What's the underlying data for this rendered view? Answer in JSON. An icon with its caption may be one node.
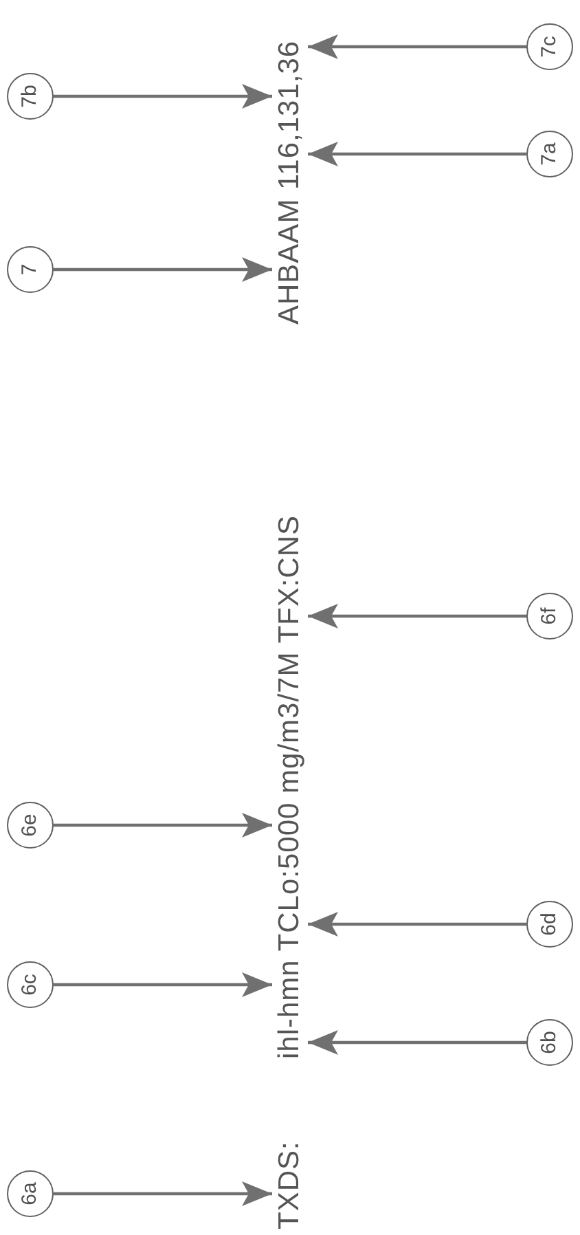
{
  "diagram": {
    "nodes": [
      {
        "text": [
          "6a"
        ]
      },
      {
        "text": [
          "6b"
        ]
      },
      {
        "text": [
          "6c"
        ]
      },
      {
        "text": [
          "6d"
        ]
      },
      {
        "text": [
          "6e"
        ]
      },
      {
        "text": [
          "6f"
        ]
      },
      {
        "text": [
          "7"
        ]
      },
      {
        "text": [
          "7a"
        ]
      },
      {
        "text": [
          "7b"
        ]
      },
      {
        "text": [
          "7c"
        ]
      },
      {
        "text": [
          "TXDS:"
        ]
      },
      {
        "text": [
          "ihl-hmn TCLo:5000 mg/m3/7M TFX:CNS"
        ]
      },
      {
        "text": [
          "AHBAAM 116,131,36"
        ]
      }
    ],
    "edges": [
      {
        "from": 0,
        "to": 10,
        "arrow": "to"
      },
      {
        "from": 1,
        "to": 11,
        "arrow": "to"
      },
      {
        "from": 2,
        "to": 11,
        "arrow": "to"
      },
      {
        "from": 3,
        "to": 11,
        "arrow": "to"
      },
      {
        "from": 4,
        "to": 11,
        "arrow": "to"
      },
      {
        "from": 5,
        "to": 11,
        "arrow": "to"
      },
      {
        "from": 6,
        "to": 12,
        "arrow": "to"
      },
      {
        "from": 7,
        "to": 12,
        "arrow": "to"
      },
      {
        "from": 8,
        "to": 12,
        "arrow": "to"
      },
      {
        "from": 9,
        "to": 12,
        "arrow": "to"
      }
    ]
  }
}
